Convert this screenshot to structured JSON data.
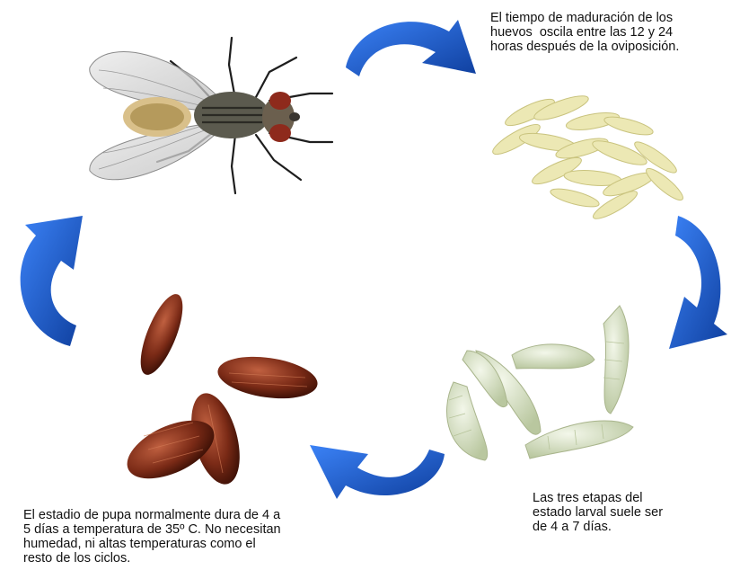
{
  "colors": {
    "arrow": "#1b5fd6",
    "arrow_dark": "#0f3f9e",
    "egg": "#ece8b4",
    "larva": "#d9e3c4",
    "pupa": "#7a2a16",
    "fly_body": "#5b5a4e"
  },
  "stages": {
    "adult": {
      "name": "adult-fly"
    },
    "eggs": {
      "name": "egg-cluster",
      "caption_lines": [
        "El tiempo de maduración de los",
        "huevos  oscila entre las 12 y 24",
        "horas después de la oviposición."
      ]
    },
    "larva": {
      "name": "larvae",
      "caption_lines": [
        "Las tres etapas del",
        "estado larval suele ser",
        "de 4 a 7 días."
      ]
    },
    "pupa": {
      "name": "pupae",
      "caption_lines": [
        "El estadio de pupa normalmente dura de 4 a",
        "5 días a temperatura de 35º C. No necesitan",
        "humedad, ni altas temperaturas como el",
        "resto de los ciclos."
      ]
    }
  }
}
